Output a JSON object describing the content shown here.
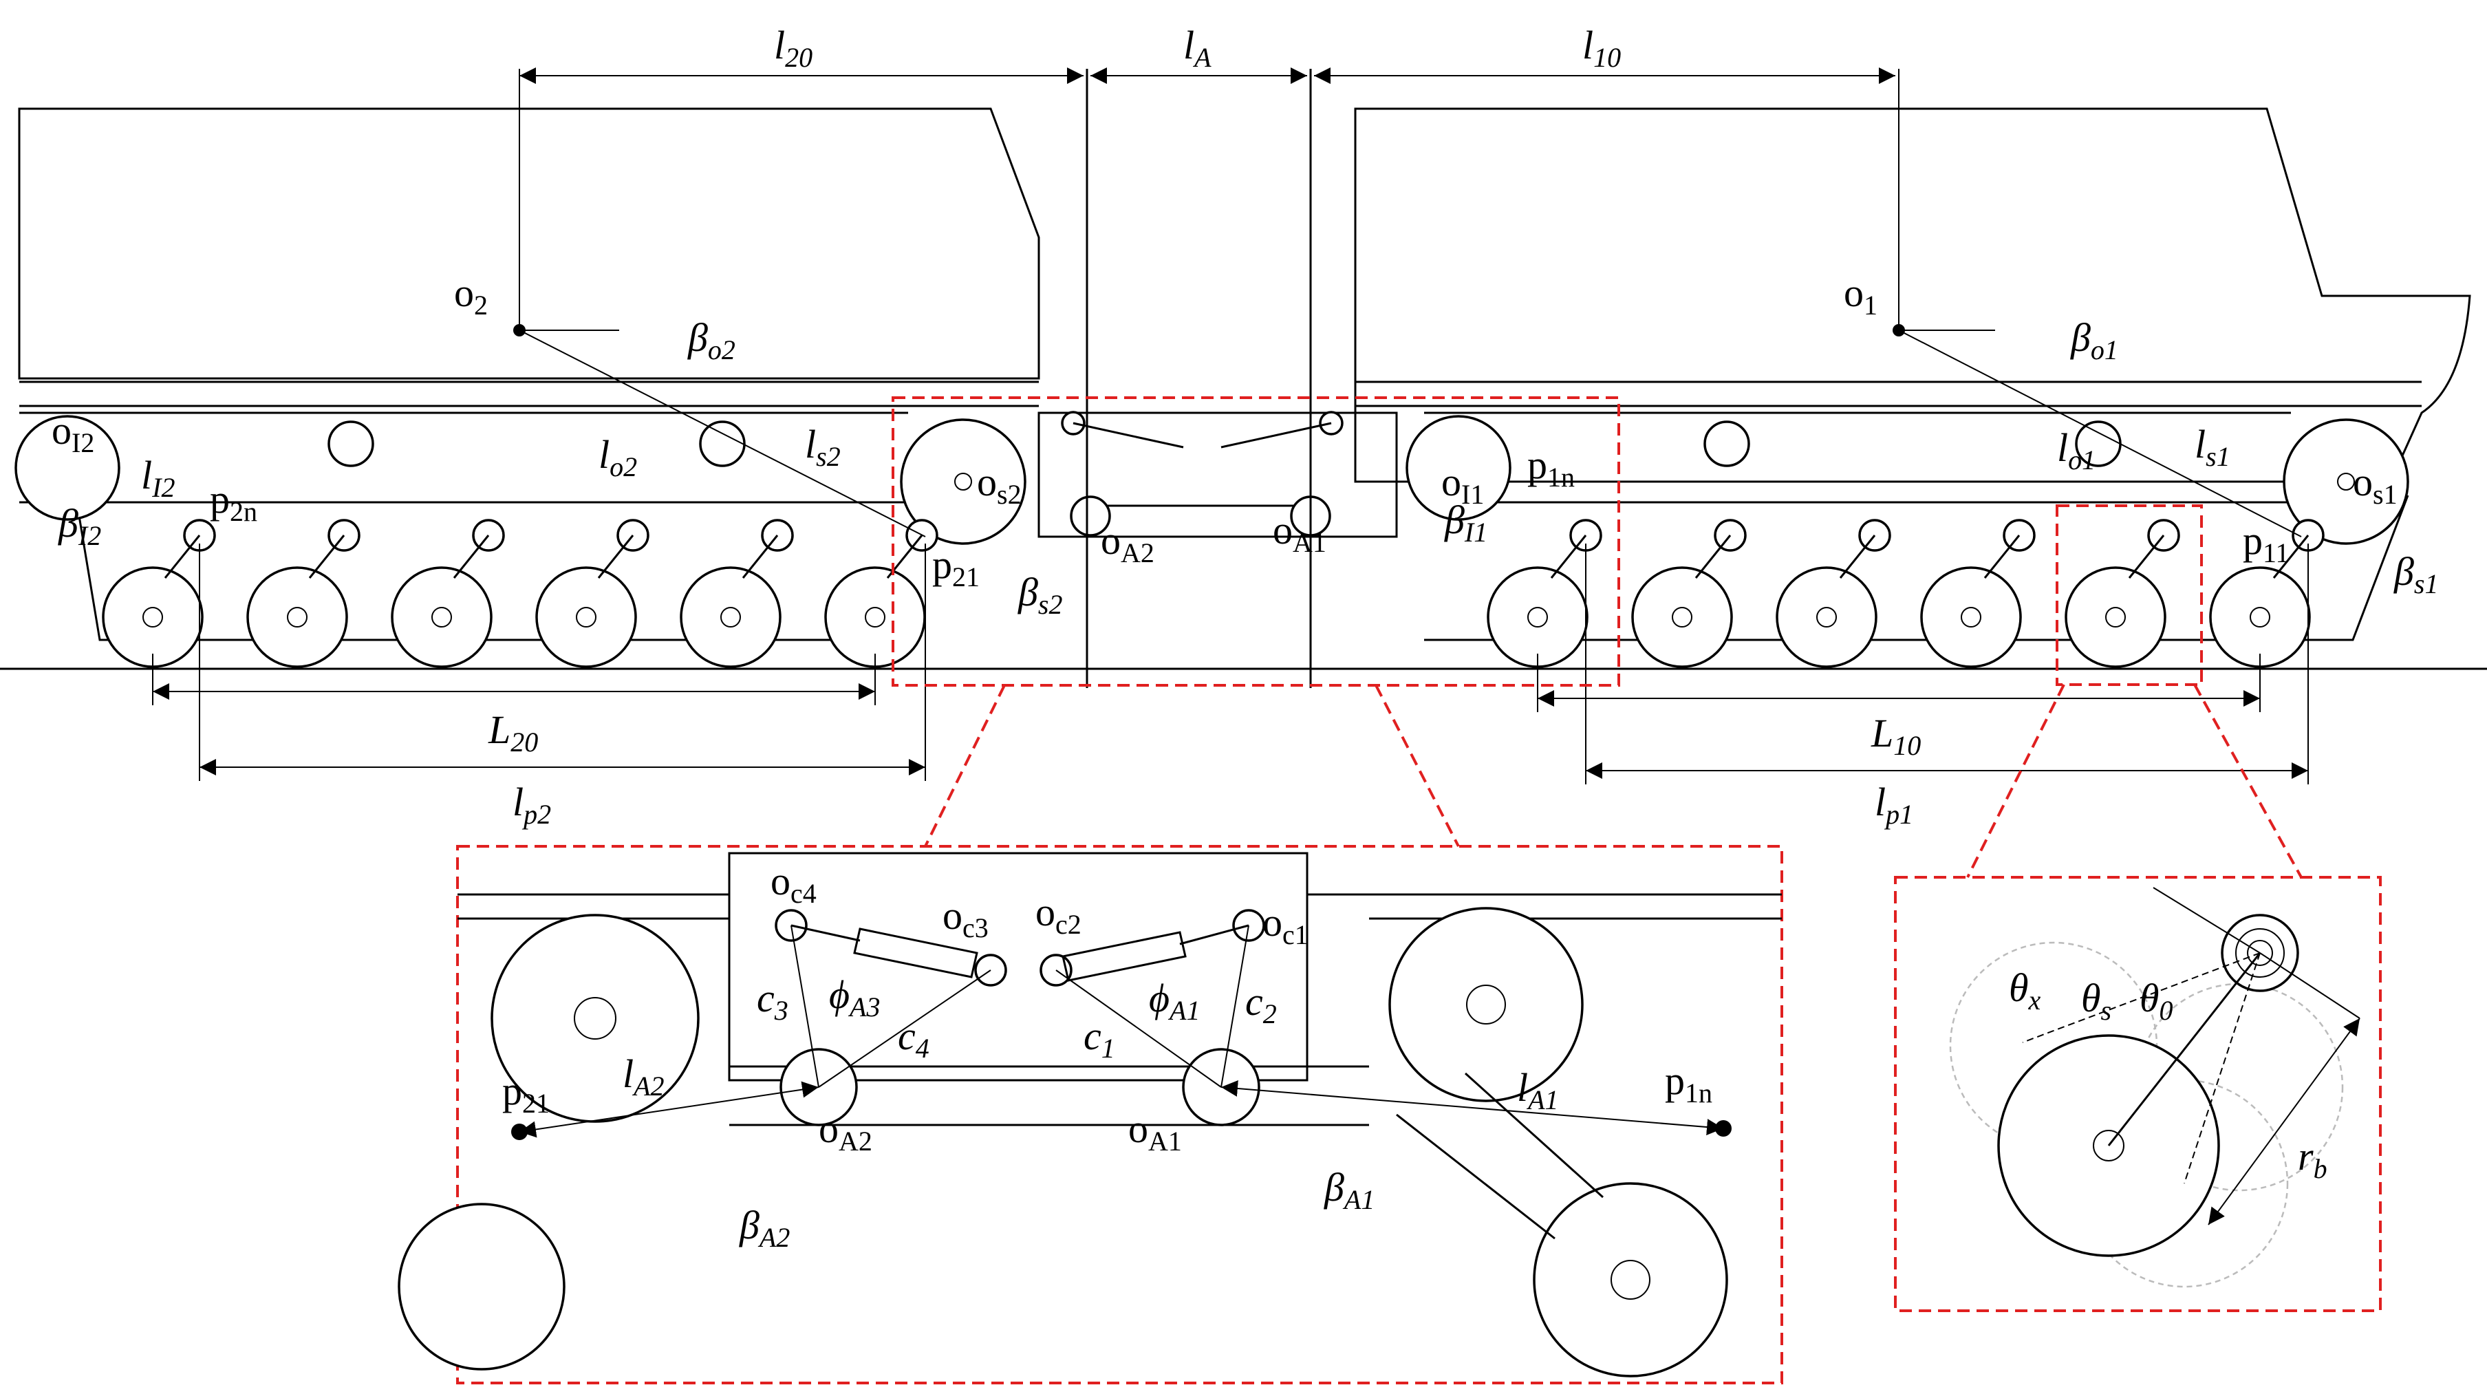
{
  "labels": {
    "l20": "l",
    "l20_sub": "20",
    "lA": "l",
    "lA_sub": "A",
    "l10": "l",
    "l10_sub": "10",
    "o2": "o",
    "o2_sub": "2",
    "o1": "o",
    "o1_sub": "1",
    "beta_o2": "β",
    "beta_o2_sub": "o2",
    "beta_o1": "β",
    "beta_o1_sub": "o1",
    "oI2": "o",
    "oI2_sub": "I2",
    "lI2": "l",
    "lI2_sub": "I2",
    "betaI2": "β",
    "betaI2_sub": "I2",
    "p2n2": "p",
    "p2n2_sub": "2n",
    "lo2": "l",
    "lo2_sub": "o2",
    "ls2": "l",
    "ls2_sub": "s2",
    "os2": "o",
    "os2_sub": "s2",
    "p21": "p",
    "p21_sub": "21",
    "beta_s2": "β",
    "beta_s2_sub": "s2",
    "oA2": "o",
    "oA2_sub": "A2",
    "oA1": "o",
    "oA1_sub": "A1",
    "oI1": "o",
    "oI1_sub": "I1",
    "p1n1": "p",
    "p1n1_sub": "1n",
    "betaI1": "β",
    "betaI1_sub": "I1",
    "lo1": "l",
    "lo1_sub": "o1",
    "ls1": "l",
    "ls1_sub": "s1",
    "os1": "o",
    "os1_sub": "s1",
    "p11": "p",
    "p11_sub": "11",
    "beta_s1": "β",
    "beta_s1_sub": "s1",
    "L20": "L",
    "L20_sub": "20",
    "lp2": "l",
    "lp2_sub": "p2",
    "L10": "L",
    "L10_sub": "10",
    "lp1": "l",
    "lp1_sub": "p1"
  },
  "inset_labels": {
    "oc4": "o",
    "oc4_sub": "c4",
    "oc3": "o",
    "oc3_sub": "c3",
    "oc2": "o",
    "oc2_sub": "c2",
    "oc1": "o",
    "oc1_sub": "c1",
    "c3": "c",
    "c3_sub": "3",
    "phiA3": "ϕ",
    "phiA3_sub": "A3",
    "c4": "c",
    "c4_sub": "4",
    "c1": "c",
    "c1_sub": "1",
    "phiA1": "ϕ",
    "phiA1_sub": "A1",
    "c2": "c",
    "c2_sub": "2",
    "p21": "p",
    "p21_sub": "21",
    "lA2": "l",
    "lA2_sub": "A2",
    "oA2": "o",
    "oA2_sub": "A2",
    "oA1": "o",
    "oA1_sub": "A1",
    "lA1": "l",
    "lA1_sub": "A1",
    "p1n1": "p",
    "p1n1_sub": "1n",
    "betaA1": "β",
    "betaA1_sub": "A1",
    "betaA2": "β",
    "betaA2_sub": "A2"
  },
  "wheel_labels": {
    "theta_x": "θ",
    "theta_x_sub": "x",
    "theta_s": "θ",
    "theta_s_sub": "s",
    "theta_0": "θ",
    "theta_0_sub": "0",
    "rb": "r",
    "rb_sub": "b"
  },
  "colors": {
    "line": "#000000",
    "highlight": "#e02020",
    "ghost": "#bbbbbb"
  }
}
